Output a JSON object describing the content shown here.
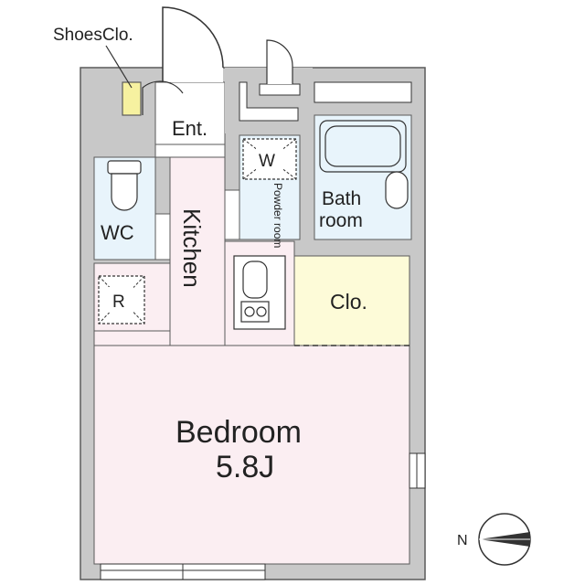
{
  "rooms": {
    "shoes_closet": "ShoesClo.",
    "entrance": "Ent.",
    "wc": "WC",
    "kitchen": "Kitchen",
    "washer": "W",
    "powder_room": "Powder room",
    "bath_line1": "Bath",
    "bath_line2": "room",
    "refrigerator": "R",
    "closet": "Clo.",
    "bedroom": "Bedroom",
    "bedroom_size": "5.8J"
  },
  "compass": {
    "north_label": "N"
  },
  "colors": {
    "wall": "#c8c8c8",
    "wall_outline": "#5a5a5a",
    "floor_pink": "#fbeef2",
    "wet_blue": "#e8f4fb",
    "closet_yellow": "#fdfbd8",
    "shoes_yellow": "#f6f1a0"
  }
}
